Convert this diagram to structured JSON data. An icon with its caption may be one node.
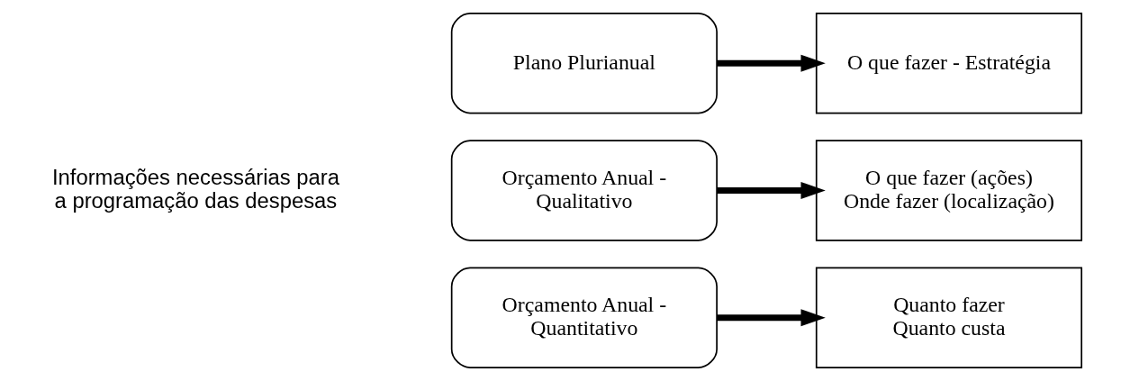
{
  "diagram": {
    "nodes": [
      {
        "text": [
          "Plano Plurianual"
        ]
      },
      {
        "text": [
          "O que fazer - Estratégia"
        ]
      },
      {
        "text": [
          "Orçamento Anual - Qualitativo"
        ]
      },
      {
        "text": [
          "O que fazer (ações)",
          "Onde fazer (localização)"
        ]
      },
      {
        "text": [
          "Orçamento Anual - Quantitativo"
        ]
      },
      {
        "text": [
          "Quanto fazer",
          "Quanto custa"
        ]
      }
    ],
    "edges": [
      {
        "from": 0,
        "to": 1,
        "arrow": "to"
      },
      {
        "from": 2,
        "to": 3,
        "arrow": "to"
      },
      {
        "from": 4,
        "to": 5,
        "arrow": "to"
      }
    ],
    "labels": [
      "Informações necessárias para a programação das despesas"
    ]
  }
}
